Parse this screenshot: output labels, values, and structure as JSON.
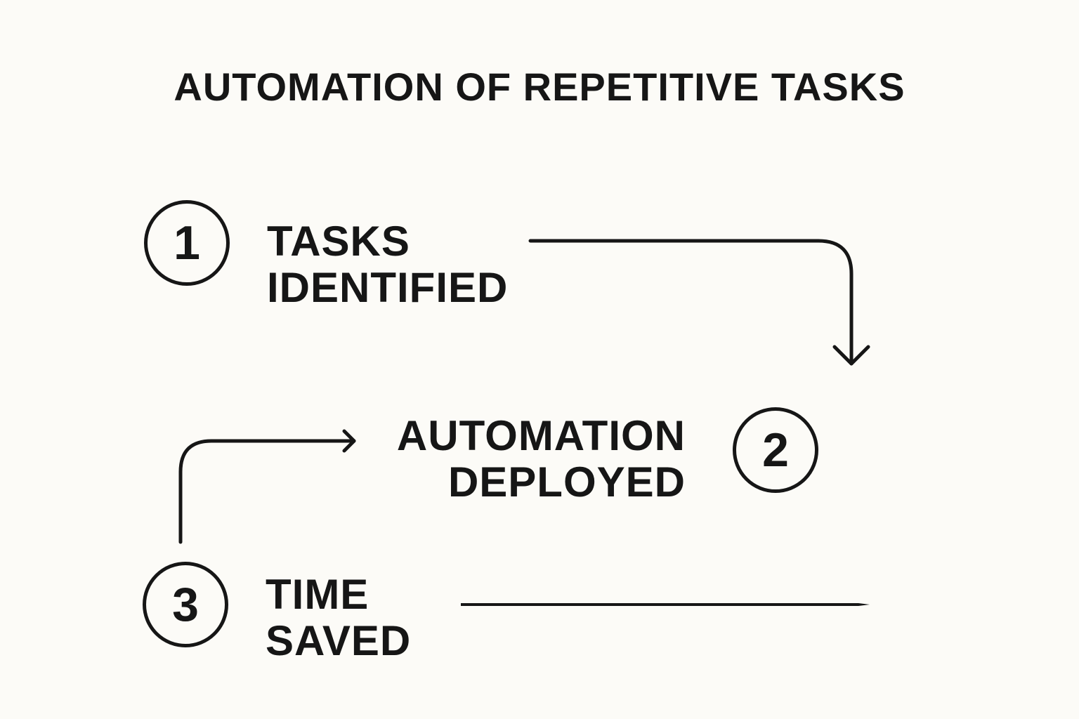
{
  "title": "AUTOMATION OF REPETITIVE TASKS",
  "steps": [
    {
      "number": "1",
      "label_line1": "TASKS",
      "label_line2": "IDENTIFIED"
    },
    {
      "number": "2",
      "label_line1": "AUTOMATION",
      "label_line2": "DEPLOYED"
    },
    {
      "number": "3",
      "label_line1": "TIME",
      "label_line2": "SAVED"
    }
  ],
  "colors": {
    "background": "#fcfbf7",
    "ink": "#161616"
  }
}
